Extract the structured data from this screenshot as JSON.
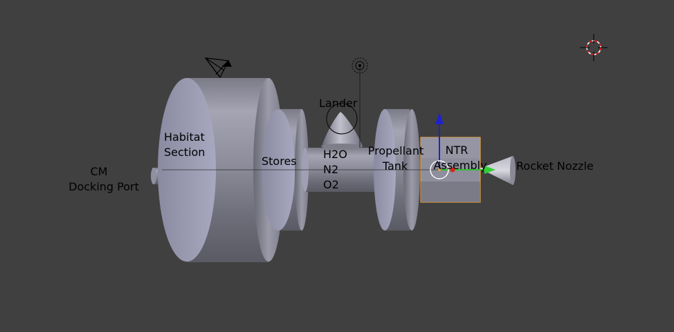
{
  "viewport": {
    "background": "#404040",
    "object_color": "#8e8e9e",
    "selection_color": "#e8a040"
  },
  "labels": {
    "cm_line1": "CM",
    "cm_line2": "Docking Port",
    "habitat_line1": "Habitat",
    "habitat_line2": "Section",
    "stores": "Stores",
    "lander": "Lander",
    "h2o": "H2O",
    "n2": "N2",
    "o2": "O2",
    "propellant_line1": "Propellant",
    "propellant_line2": "Tank",
    "ntr_line1": "NTR",
    "ntr_line2": "Assembly",
    "nozzle": "Rocket Nozzle"
  },
  "icons": {
    "camera": "camera-icon",
    "lamp": "lamp-icon",
    "cursor": "3d-cursor-icon",
    "gizmo": "transform-gizmo-icon"
  }
}
